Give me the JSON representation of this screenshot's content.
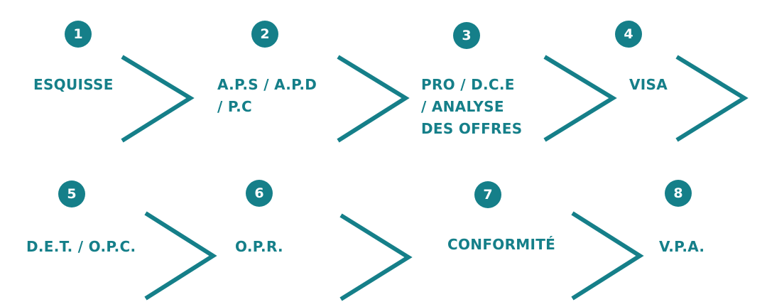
{
  "accent": "#157f89",
  "steps": [
    {
      "number": "1",
      "label": "ESQUISSE"
    },
    {
      "number": "2",
      "label": "A.P.S / A.P.D\n / P.C"
    },
    {
      "number": "3",
      "label": "PRO / D.C.E\n/ ANALYSE\nDES OFFRES"
    },
    {
      "number": "4",
      "label": "VISA"
    },
    {
      "number": "5",
      "label": "D.E.T. / O.P.C."
    },
    {
      "number": "6",
      "label": "O.P.R."
    },
    {
      "number": "7",
      "label": "CONFORMITÉ"
    },
    {
      "number": "8",
      "label": "V.P.A."
    }
  ]
}
